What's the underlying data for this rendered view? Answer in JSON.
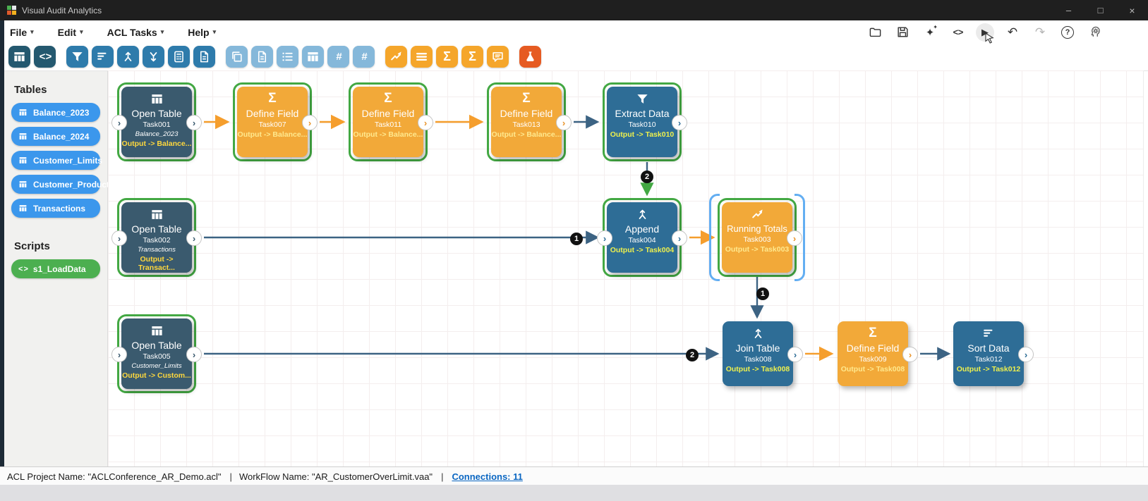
{
  "window": {
    "title": "Visual Audit Analytics",
    "controls": {
      "minimize": "–",
      "maximize": "□",
      "close": "×"
    }
  },
  "icons": {
    "caret": "▾",
    "code": "< >",
    "hash": "#",
    "sigma": "Σ",
    "sparkle": "✦",
    "play": "▶",
    "undo": "↶",
    "redo": "↷",
    "help": "?",
    "port": "›"
  },
  "menubar": {
    "items": [
      {
        "label": "File"
      },
      {
        "label": "Edit"
      },
      {
        "label": "ACL Tasks"
      },
      {
        "label": "Help"
      }
    ]
  },
  "toolbar": {
    "items": [
      {
        "name": "table-dark"
      },
      {
        "name": "code-dark",
        "glyph": "< >"
      },
      {
        "name": "filter"
      },
      {
        "name": "sort"
      },
      {
        "name": "merge"
      },
      {
        "name": "branch"
      },
      {
        "name": "calculator"
      },
      {
        "name": "document"
      },
      {
        "name": "copy"
      },
      {
        "name": "page"
      },
      {
        "name": "list"
      },
      {
        "name": "table-light"
      },
      {
        "name": "hash-1",
        "glyph": "#"
      },
      {
        "name": "hash-2",
        "glyph": "#"
      },
      {
        "name": "trend"
      },
      {
        "name": "menu-lines"
      },
      {
        "name": "sigma-1",
        "glyph": "Σ"
      },
      {
        "name": "sigma-2",
        "glyph": "Σ"
      },
      {
        "name": "comment"
      },
      {
        "name": "flask"
      }
    ]
  },
  "sidebar": {
    "tables_heading": "Tables",
    "tables": [
      {
        "label": "Balance_2023"
      },
      {
        "label": "Balance_2024"
      },
      {
        "label": "Customer_Limits"
      },
      {
        "label": "Customer_Products"
      },
      {
        "label": "Transactions"
      }
    ],
    "scripts_heading": "Scripts",
    "scripts": [
      {
        "label": "s1_LoadData"
      }
    ]
  },
  "canvas": {
    "nodes": [
      {
        "title": "Open Table",
        "task": "Task001",
        "source": "Balance_2023",
        "output": "Output -> Balance..."
      },
      {
        "title": "Define Field",
        "task": "Task007",
        "output": "Output -> Balance..."
      },
      {
        "title": "Define Field",
        "task": "Task011",
        "output": "Output -> Balance..."
      },
      {
        "title": "Define Field",
        "task": "Task013",
        "output": "Output -> Balance..."
      },
      {
        "title": "Extract Data",
        "task": "Task010",
        "output": "Output -> Task010"
      },
      {
        "title": "Open Table",
        "task": "Task002",
        "source": "Transactions",
        "output": "Output -> Transact..."
      },
      {
        "title": "Append",
        "task": "Task004",
        "output": "Output -> Task004"
      },
      {
        "title": "Running Totals",
        "task": "Task003",
        "output": "Output -> Task003"
      },
      {
        "title": "Open Table",
        "task": "Task005",
        "source": "Customer_Limits",
        "output": "Output -> Custom..."
      },
      {
        "title": "Join Table",
        "task": "Task008",
        "output": "Output -> Task008"
      },
      {
        "title": "Define Field",
        "task": "Task009",
        "output": "Output -> Task008"
      },
      {
        "title": "Sort Data",
        "task": "Task012",
        "output": "Output -> Task012"
      }
    ],
    "badges": [
      {
        "label": "2"
      },
      {
        "label": "1"
      },
      {
        "label": "1"
      },
      {
        "label": "2"
      }
    ]
  },
  "statusbar": {
    "project": "ACL Project Name: \"ACLConference_AR_Demo.acl\"",
    "divider": "|",
    "workflow": "WorkFlow Name: \"AR_CustomerOverLimit.vaa\"",
    "connections": "Connections: 11"
  }
}
